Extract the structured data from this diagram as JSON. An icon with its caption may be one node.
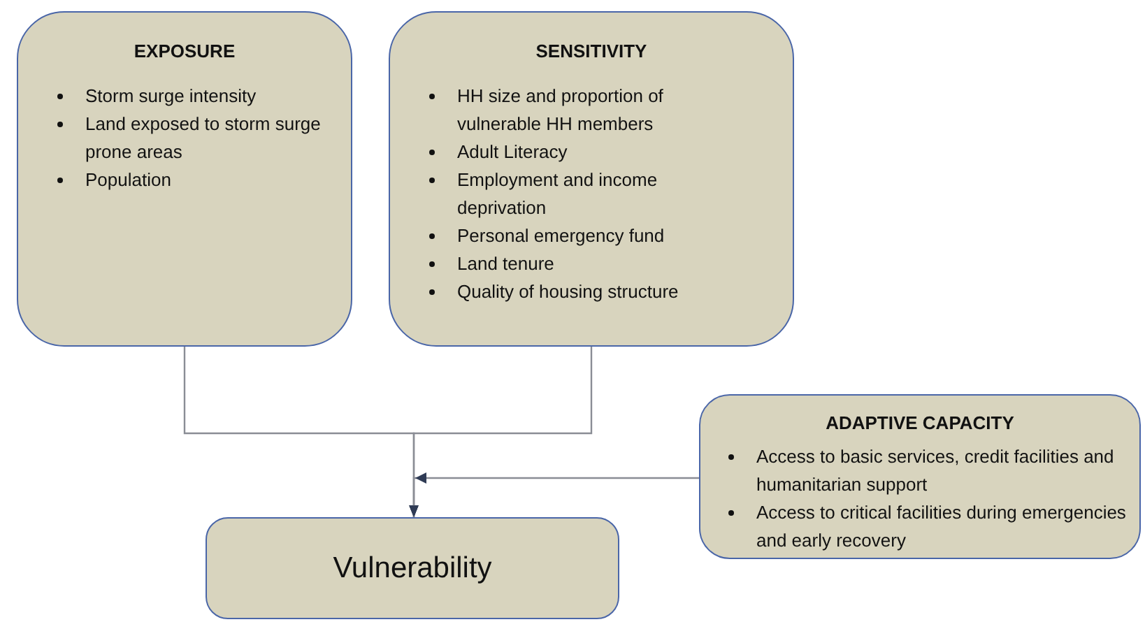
{
  "diagram": {
    "nodes": [
      {
        "text": [
          "EXPOSURE",
          "Storm surge intensity",
          "Land exposed to storm surge prone areas",
          "Population"
        ]
      },
      {
        "text": [
          "SENSITIVITY",
          "HH size and proportion of vulnerable HH members",
          "Adult Literacy",
          "Employment and income deprivation",
          "Personal emergency fund",
          "Land tenure",
          "Quality of housing structure"
        ]
      },
      {
        "text": [
          "ADAPTIVE CAPACITY",
          "Access to basic services, credit facilities and humanitarian support",
          "Access to critical facilities during emergencies and early recovery"
        ]
      },
      {
        "text": [
          "Vulnerability"
        ]
      }
    ],
    "edges": [
      {
        "from": 0,
        "to": 3,
        "arrow": "to"
      },
      {
        "from": 1,
        "to": 3,
        "arrow": "to"
      },
      {
        "from": 2,
        "to": 3,
        "arrow": "to"
      }
    ]
  }
}
